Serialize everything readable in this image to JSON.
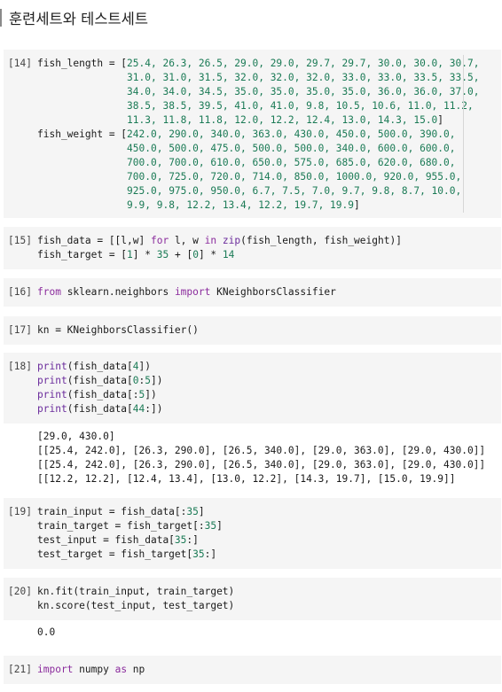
{
  "notebook": {
    "section_title": "훈련세트와 테스트세트"
  },
  "cells": [
    {
      "prompt": "[14]",
      "lines": [
        [
          {
            "t": "fish_length = ["
          },
          {
            "n": "25.4, 26.3, 26.5, 29.0, 29.0, 29.7, 29.7, 30.0, 30.0, 30.7,"
          }
        ],
        [
          {
            "t": "               "
          },
          {
            "n": "31.0, 31.0, 31.5, 32.0, 32.0, 32.0, 33.0, 33.0, 33.5, 33.5,"
          }
        ],
        [
          {
            "t": "               "
          },
          {
            "n": "34.0, 34.0, 34.5, 35.0, 35.0, 35.0, 35.0, 36.0, 36.0, 37.0,"
          }
        ],
        [
          {
            "t": "               "
          },
          {
            "n": "38.5, 38.5, 39.5, 41.0, 41.0, 9.8, 10.5, 10.6, 11.0, 11.2,"
          }
        ],
        [
          {
            "t": "               "
          },
          {
            "n": "11.3, 11.8, 11.8, 12.0, 12.2, 12.4, 13.0, 14.3, 15.0"
          },
          {
            "t": "]"
          }
        ],
        [
          {
            "t": "fish_weight = ["
          },
          {
            "n": "242.0, 290.0, 340.0, 363.0, 430.0, 450.0, 500.0, 390.0,"
          }
        ],
        [
          {
            "t": "               "
          },
          {
            "n": "450.0, 500.0, 475.0, 500.0, 500.0, 340.0, 600.0, 600.0,"
          }
        ],
        [
          {
            "t": "               "
          },
          {
            "n": "700.0, 700.0, 610.0, 650.0, 575.0, 685.0, 620.0, 680.0,"
          }
        ],
        [
          {
            "t": "               "
          },
          {
            "n": "700.0, 725.0, 720.0, 714.0, 850.0, 1000.0, 920.0, 955.0,"
          }
        ],
        [
          {
            "t": "               "
          },
          {
            "n": "925.0, 975.0, 950.0, 6.7, 7.5, 7.0, 9.7, 9.8, 8.7, 10.0,"
          }
        ],
        [
          {
            "t": "               "
          },
          {
            "n": "9.9, 9.8, 12.2, 13.4, 12.2, 19.7, 19.9"
          },
          {
            "t": "]"
          }
        ]
      ]
    },
    {
      "prompt": "[15]",
      "lines": [
        [
          {
            "t": "fish_data = [[l,w] "
          },
          {
            "k": "for"
          },
          {
            "t": " l, w "
          },
          {
            "k": "in"
          },
          {
            "t": " "
          },
          {
            "b": "zip"
          },
          {
            "t": "(fish_length, fish_weight)]"
          }
        ],
        [
          {
            "t": "fish_target = ["
          },
          {
            "n": "1"
          },
          {
            "t": "] * "
          },
          {
            "n": "35"
          },
          {
            "t": " + ["
          },
          {
            "n": "0"
          },
          {
            "t": "] * "
          },
          {
            "n": "14"
          }
        ]
      ]
    },
    {
      "prompt": "[16]",
      "lines": [
        [
          {
            "k": "from"
          },
          {
            "t": " sklearn.neighbors "
          },
          {
            "k": "import"
          },
          {
            "t": " KNeighborsClassifier"
          }
        ]
      ]
    },
    {
      "prompt": "[17]",
      "lines": [
        [
          {
            "t": "kn = KNeighborsClassifier()"
          }
        ]
      ]
    },
    {
      "prompt": "[18]",
      "lines": [
        [
          {
            "b": "print"
          },
          {
            "t": "(fish_data["
          },
          {
            "n": "4"
          },
          {
            "t": "])"
          }
        ],
        [
          {
            "b": "print"
          },
          {
            "t": "(fish_data["
          },
          {
            "n": "0"
          },
          {
            "t": ":"
          },
          {
            "n": "5"
          },
          {
            "t": "])"
          }
        ],
        [
          {
            "b": "print"
          },
          {
            "t": "(fish_data[:"
          },
          {
            "n": "5"
          },
          {
            "t": "])"
          }
        ],
        [
          {
            "b": "print"
          },
          {
            "t": "(fish_data["
          },
          {
            "n": "44"
          },
          {
            "t": ":])"
          }
        ]
      ],
      "output": [
        "[29.0, 430.0]",
        "[[25.4, 242.0], [26.3, 290.0], [26.5, 340.0], [29.0, 363.0], [29.0, 430.0]]",
        "[[25.4, 242.0], [26.3, 290.0], [26.5, 340.0], [29.0, 363.0], [29.0, 430.0]]",
        "[[12.2, 12.2], [12.4, 13.4], [13.0, 12.2], [14.3, 19.7], [15.0, 19.9]]"
      ]
    },
    {
      "prompt": "[19]",
      "lines": [
        [
          {
            "t": "train_input = fish_data[:"
          },
          {
            "n": "35"
          },
          {
            "t": "]"
          }
        ],
        [
          {
            "t": "train_target = fish_target[:"
          },
          {
            "n": "35"
          },
          {
            "t": "]"
          }
        ],
        [
          {
            "t": "test_input = fish_data["
          },
          {
            "n": "35"
          },
          {
            "t": ":]"
          }
        ],
        [
          {
            "t": "test_target = fish_target["
          },
          {
            "n": "35"
          },
          {
            "t": ":]"
          }
        ]
      ]
    },
    {
      "prompt": "[20]",
      "lines": [
        [
          {
            "t": "kn.fit(train_input, train_target)"
          }
        ],
        [
          {
            "t": "kn.score(test_input, test_target)"
          }
        ]
      ],
      "output": [
        "0.0"
      ]
    },
    {
      "prompt": "[21]",
      "lines": [
        [
          {
            "k": "import"
          },
          {
            "t": " numpy "
          },
          {
            "k": "as"
          },
          {
            "t": " np"
          }
        ]
      ]
    }
  ]
}
